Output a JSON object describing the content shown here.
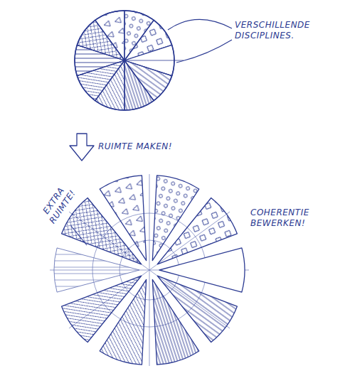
{
  "diagram": {
    "labels": [
      "VERSCHILLENDE DISCIPLINES.",
      "RUIMTE MAKEN!",
      "EXTRA RUIMTE!",
      "COHERENTIE BEWERKEN!"
    ]
  }
}
